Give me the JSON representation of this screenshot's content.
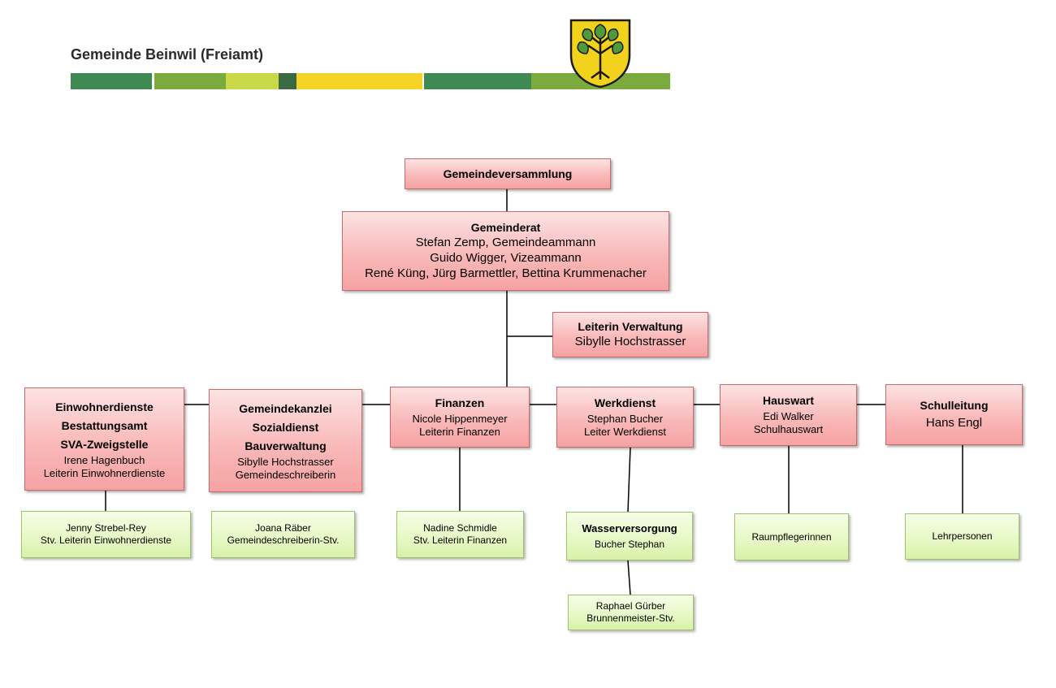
{
  "header": {
    "municipality": "Gemeinde Beinwil (Freiamt)"
  },
  "colors": {
    "stripe_dark_green": "#3f8a52",
    "stripe_green": "#7bab3c",
    "stripe_lime": "#c9d94a",
    "stripe_darkest": "#3a6a44",
    "stripe_yellow": "#f5d327",
    "crest_yellow": "#f2d21c",
    "crest_leaf": "#4f9b3a",
    "red_box": "#f9b9b9",
    "green_box": "#e6f8c4"
  },
  "chart": {
    "assembly": {
      "title": "Gemeindeversammlung"
    },
    "council": {
      "title": "Gemeinderat",
      "line1": "Stefan Zemp, Gemeindeammann",
      "line2": "Guido Wigger, Vizeammann",
      "line3": "René Küng, Jürg Barmettler, Bettina Krummenacher"
    },
    "admin_head": {
      "title": "Leiterin Verwaltung",
      "name": "Sibylle Hochstrasser"
    },
    "departments": [
      {
        "title1": "Einwohnerdienste",
        "title2": "Bestattungsamt",
        "title3": "SVA-Zweigstelle",
        "name": "Irene Hagenbuch",
        "role": "Leiterin Einwohnerdienste",
        "sub": {
          "name": "Jenny Strebel-Rey",
          "role": "Stv. Leiterin Einwohnerdienste"
        }
      },
      {
        "title1": "Gemeindekanzlei",
        "title2": "Sozialdienst",
        "title3": "Bauverwaltung",
        "name": "Sibylle Hochstrasser",
        "role": "Gemeindeschreiberin",
        "sub": {
          "name": "Joana Räber",
          "role": "Gemeindeschreiberin-Stv."
        }
      },
      {
        "title1": "Finanzen",
        "name": "Nicole Hippenmeyer",
        "role": "Leiterin Finanzen",
        "sub": {
          "name": "Nadine Schmidle",
          "role": "Stv. Leiterin Finanzen"
        }
      },
      {
        "title1": "Werkdienst",
        "name": "Stephan Bucher",
        "role": "Leiter Werkdienst",
        "sub": {
          "title": "Wasserversorgung",
          "name": "Bucher Stephan"
        },
        "sub2": {
          "name": "Raphael Gürber",
          "role": "Brunnenmeister-Stv."
        }
      },
      {
        "title1": "Hauswart",
        "name": "Edi Walker",
        "role": "Schulhauswart",
        "sub": {
          "name": "Raumpflegerinnen"
        }
      },
      {
        "title1": "Schulleitung",
        "name": "Hans Engl",
        "sub": {
          "name": "Lehrpersonen"
        }
      }
    ]
  }
}
